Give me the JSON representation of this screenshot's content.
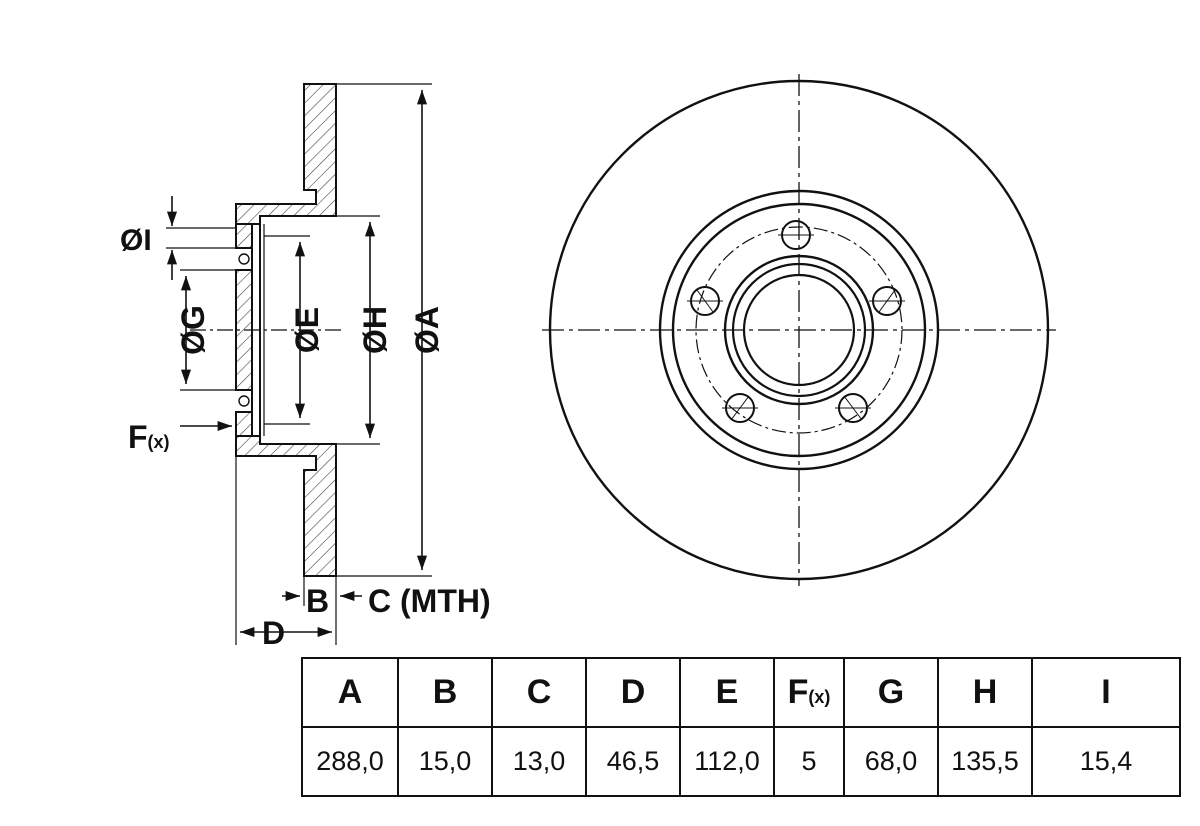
{
  "labels": {
    "dia_i": "ØI",
    "dia_g": "ØG",
    "dia_e": "ØE",
    "dia_h": "ØH",
    "dia_a": "ØA",
    "f_main": "F",
    "f_sub": "(x)",
    "b": "B",
    "c": "C (MTH)",
    "d": "D"
  },
  "table": {
    "headers": [
      {
        "main": "A",
        "sub": ""
      },
      {
        "main": "B",
        "sub": ""
      },
      {
        "main": "C",
        "sub": ""
      },
      {
        "main": "D",
        "sub": ""
      },
      {
        "main": "E",
        "sub": ""
      },
      {
        "main": "F",
        "sub": "(x)"
      },
      {
        "main": "G",
        "sub": ""
      },
      {
        "main": "H",
        "sub": ""
      },
      {
        "main": "I",
        "sub": ""
      }
    ],
    "values": [
      "288,0",
      "15,0",
      "13,0",
      "46,5",
      "112,0",
      "5",
      "68,0",
      "135,5",
      "15,4"
    ]
  }
}
